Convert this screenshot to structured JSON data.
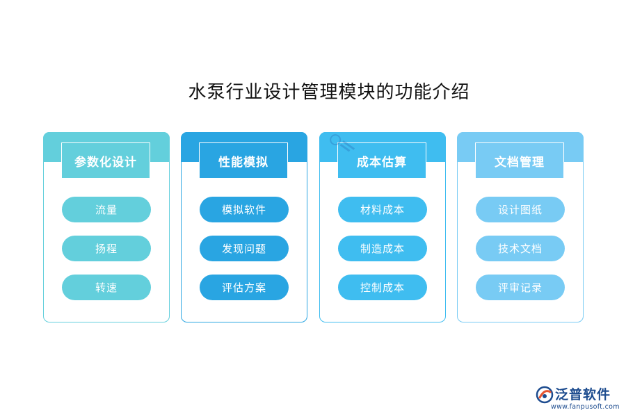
{
  "title": "水泵行业设计管理模块的功能介绍",
  "cards": [
    {
      "heading": "参数化设计",
      "color": "#63cfdc",
      "items": [
        "流量",
        "扬程",
        "转速"
      ]
    },
    {
      "heading": "性能模拟",
      "color": "#29a5e2",
      "items": [
        "模拟软件",
        "发现问题",
        "评估方案"
      ]
    },
    {
      "heading": "成本估算",
      "color": "#3fbdf0",
      "items": [
        "材料成本",
        "制造成本",
        "控制成本"
      ]
    },
    {
      "heading": "文档管理",
      "color": "#78cbf4",
      "items": [
        "设计图纸",
        "技术文档",
        "评审记录"
      ]
    }
  ],
  "logo": {
    "name": "泛普软件",
    "url": "www.fanpusoft.com",
    "icon": "fanpu-logo-icon",
    "color": "#1d4c8f"
  }
}
